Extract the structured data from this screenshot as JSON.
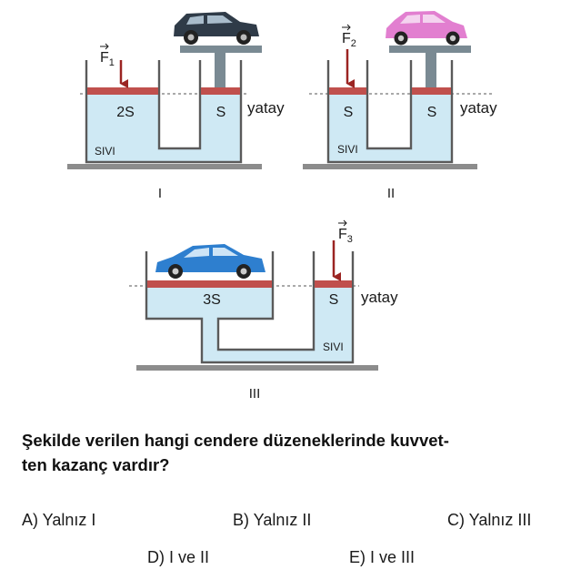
{
  "diagram": {
    "panels": [
      {
        "id": "I",
        "left_area": "2S",
        "right_area": "S",
        "force": "F",
        "force_sub": "1",
        "car_on": "right",
        "fluid": "SIVI",
        "horizontal": "yatay"
      },
      {
        "id": "II",
        "left_area": "S",
        "right_area": "S",
        "force": "F",
        "force_sub": "2",
        "car_on": "right",
        "fluid": "SIVI",
        "horizontal": "yatay"
      },
      {
        "id": "III",
        "left_area": "3S",
        "right_area": "S",
        "force": "F",
        "force_sub": "3",
        "car_on": "left",
        "fluid": "SIVI",
        "horizontal": "yatay"
      }
    ],
    "colors": {
      "fluid": "#cfe9f4",
      "piston": "#c0504d",
      "force_arrow": "#9b2422",
      "walls": "#5a5a5a",
      "ground": "#8c8c8c",
      "car1": "#2f3b48",
      "car2": "#e27fd0",
      "car3": "#2e7fcf"
    }
  },
  "question": {
    "line1": "Şekilde verilen hangi cendere düzeneklerinde kuvvet-",
    "line2": "ten kazanç vardır?"
  },
  "options": {
    "A": "A) Yalnız I",
    "B": "B) Yalnız II",
    "C": "C) Yalnız III",
    "D": "D) I ve II",
    "E": "E) I ve III"
  }
}
